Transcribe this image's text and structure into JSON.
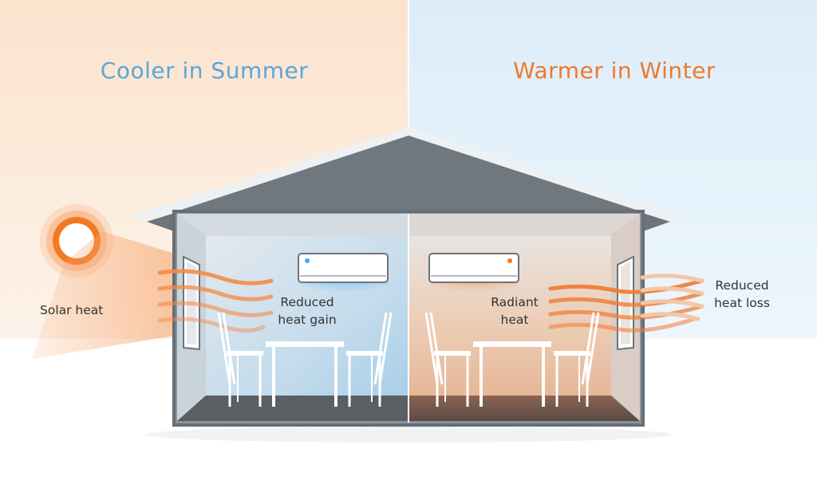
{
  "summer": {
    "title": "Cooler in Summer",
    "title_color": "#5aa7d8",
    "labels": {
      "solar_heat": "Solar heat",
      "reduced_heat_gain": "Reduced\nheat gain"
    }
  },
  "winter": {
    "title": "Warmer in Winter",
    "title_color": "#ec7a2c",
    "labels": {
      "radiant_heat": "Radiant\nheat",
      "reduced_heat_loss": "Reduced\nheat loss"
    }
  },
  "colors": {
    "summer_bg": "#fbe6d3",
    "winter_bg": "#deeef8",
    "sun": "#f47a21",
    "heat": "#f48a45",
    "cool_air": "#3fa9f5",
    "roof": "#6c747c",
    "wall": "#8b939a",
    "floor": "#5a5f63"
  },
  "icons": {
    "sun": "sun-icon",
    "ac_summer": "air-conditioner-icon",
    "ac_winter": "air-conditioner-icon",
    "window": "window-icon",
    "chair": "chair-icon",
    "table": "table-icon"
  }
}
